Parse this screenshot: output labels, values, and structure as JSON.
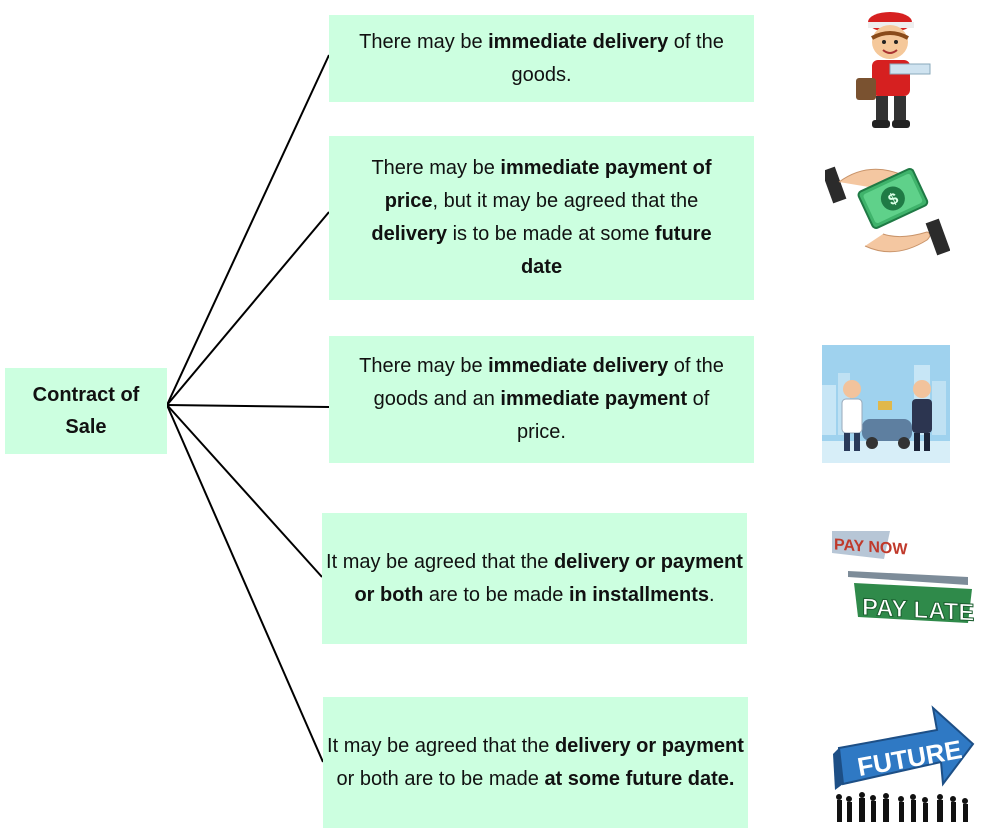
{
  "root": {
    "line1": "Contract of",
    "line2": "Sale"
  },
  "branches": [
    {
      "parts": [
        {
          "t": "There may be ",
          "b": false
        },
        {
          "t": "immediate delivery",
          "b": true
        },
        {
          "t": " of the goods.",
          "b": false
        }
      ],
      "image": "delivery-man-icon"
    },
    {
      "parts": [
        {
          "t": "There may be ",
          "b": false
        },
        {
          "t": "immediate payment of price",
          "b": true
        },
        {
          "t": ", but it may be agreed that the ",
          "b": false
        },
        {
          "t": "delivery",
          "b": true
        },
        {
          "t": " is to be made at some ",
          "b": false
        },
        {
          "t": "future date",
          "b": true
        }
      ],
      "image": "money-exchange-icon"
    },
    {
      "parts": [
        {
          "t": "There may be ",
          "b": false
        },
        {
          "t": "immediate delivery",
          "b": true
        },
        {
          "t": " of the goods and an ",
          "b": false
        },
        {
          "t": "immediate payment",
          "b": true
        },
        {
          "t": " of price.",
          "b": false
        }
      ],
      "image": "car-deal-icon"
    },
    {
      "parts": [
        {
          "t": "It may be agreed that the ",
          "b": false
        },
        {
          "t": "delivery or payment or both",
          "b": true
        },
        {
          "t": " are to be made ",
          "b": false
        },
        {
          "t": "in installments",
          "b": true
        },
        {
          "t": ".",
          "b": false
        }
      ],
      "image": "pay-now-pay-later-icon"
    },
    {
      "parts": [
        {
          "t": "It may be agreed that the ",
          "b": false
        },
        {
          "t": "delivery or payment",
          "b": true
        },
        {
          "t": " or both are to be made ",
          "b": false
        },
        {
          "t": "at some future date.",
          "b": true
        }
      ],
      "image": "future-arrow-icon"
    }
  ],
  "icons": {
    "pay_now": "PAY NOW",
    "pay_later": "PAY LATER",
    "future": "FUTURE",
    "dollar": "$"
  },
  "colors": {
    "box_fill": "#ccffe0",
    "line": "#000000"
  }
}
